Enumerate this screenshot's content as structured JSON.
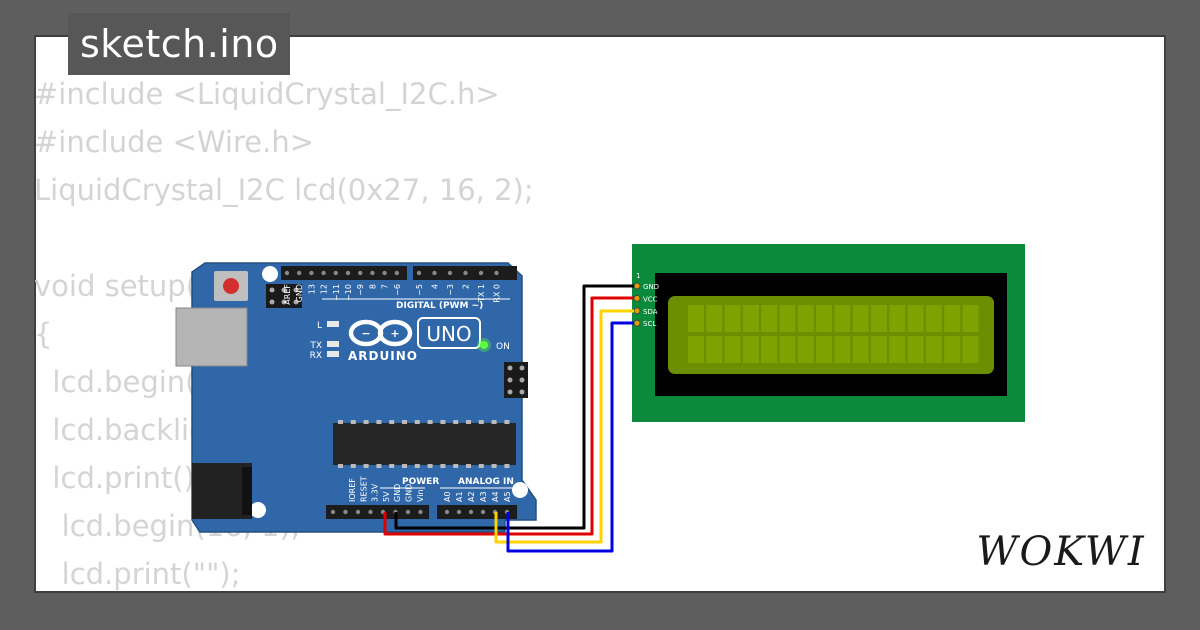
{
  "file": {
    "title": "sketch.ino"
  },
  "code_lines": [
    "#include <LiquidCrystal_I2C.h>",
    "#include <Wire.h>",
    "LiquidCrystal_I2C lcd(0x27, 16, 2);",
    "",
    "void setup()",
    "{",
    "  lcd.begin();",
    "  lcd.backlight();",
    "  lcd.print();",
    "   lcd.begin(16, 1);",
    "   lcd.print(\"\");"
  ],
  "arduino": {
    "model": "UNO",
    "brand": "ARDUINO",
    "digital_header": "DIGITAL (PWM ~)",
    "on_label": "ON",
    "led_l": "L",
    "led_tx": "TX",
    "led_rx": "RX",
    "power_label": "POWER",
    "analog_label": "ANALOG IN",
    "digital_pins": [
      "AREF",
      "GND",
      "13",
      "12",
      "~11",
      "~10",
      "~9",
      "8",
      "7",
      "~6",
      "~5",
      "4",
      "~3",
      "2",
      "TX 1",
      "RX 0"
    ],
    "power_pins": [
      "IOREF",
      "RESET",
      "3.3V",
      "5V",
      "GND",
      "GND",
      "Vin"
    ],
    "analog_pins": [
      "A0",
      "A1",
      "A2",
      "A3",
      "A4",
      "A5"
    ]
  },
  "lcd": {
    "pin_one": "1",
    "pins": [
      "GND",
      "VCC",
      "SDA",
      "SCL"
    ]
  },
  "wires": {
    "gnd": "#000000",
    "vcc": "#e00000",
    "sda": "#ffd200",
    "scl": "#0000e0"
  },
  "colors": {
    "board": "#2f67a8",
    "lcd_pcb": "#0b8a3c",
    "lcd_screen": "#6b8f00",
    "code_text": "#d4d4d4",
    "power_led": "#5cff3a"
  },
  "brand": {
    "logo": "WOKWI"
  }
}
